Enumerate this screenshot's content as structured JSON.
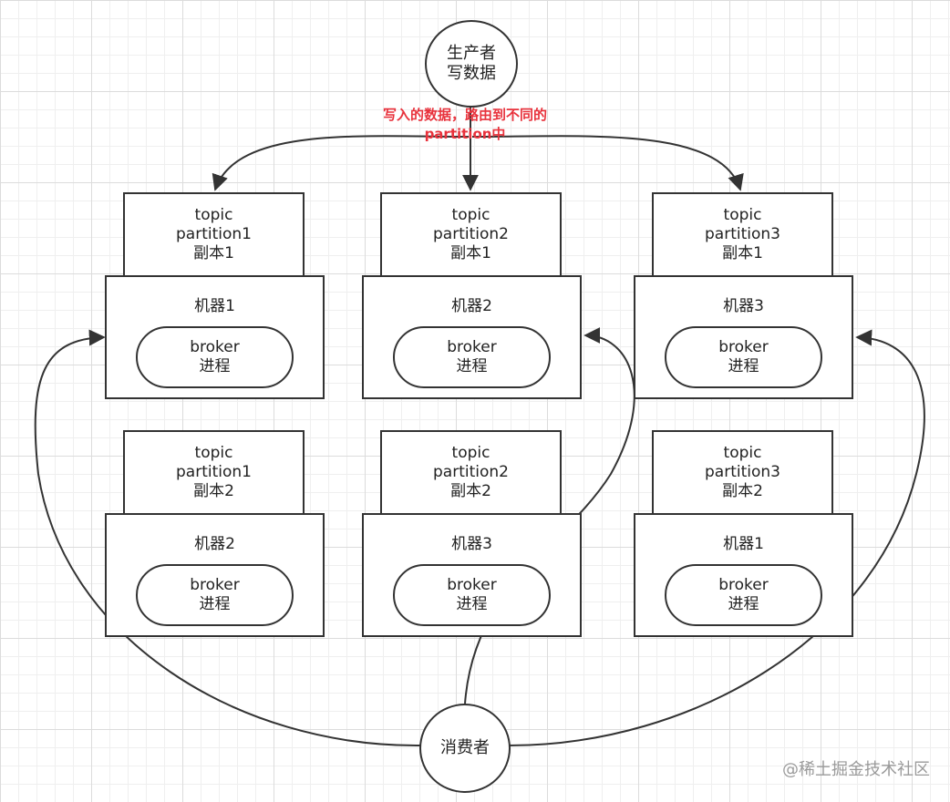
{
  "producer": {
    "line1": "生产者",
    "line2": "写数据"
  },
  "annotation": {
    "line1": "写入的数据，路由到不同的",
    "line2": "partition中"
  },
  "consumer": {
    "label": "消费者"
  },
  "watermark": "@稀土掘金技术社区",
  "colors": {
    "annotation": "#e8323c",
    "stroke": "#333333"
  },
  "row1": [
    {
      "topic": "topic",
      "partition": "partition1",
      "replica": "副本1",
      "machine": "机器1",
      "broker": "broker",
      "process": "进程"
    },
    {
      "topic": "topic",
      "partition": "partition2",
      "replica": "副本1",
      "machine": "机器2",
      "broker": "broker",
      "process": "进程"
    },
    {
      "topic": "topic",
      "partition": "partition3",
      "replica": "副本1",
      "machine": "机器3",
      "broker": "broker",
      "process": "进程"
    }
  ],
  "row2": [
    {
      "topic": "topic",
      "partition": "partition1",
      "replica": "副本2",
      "machine": "机器2",
      "broker": "broker",
      "process": "进程"
    },
    {
      "topic": "topic",
      "partition": "partition2",
      "replica": "副本2",
      "machine": "机器3",
      "broker": "broker",
      "process": "进程"
    },
    {
      "topic": "topic",
      "partition": "partition3",
      "replica": "副本2",
      "machine": "机器1",
      "broker": "broker",
      "process": "进程"
    }
  ]
}
